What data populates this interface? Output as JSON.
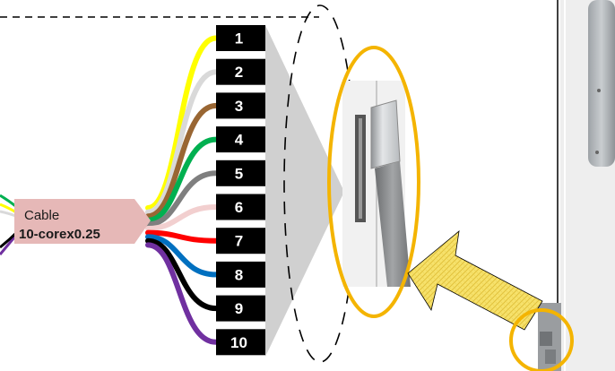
{
  "cable": {
    "label": "Cable",
    "spec": "10-corex0.25"
  },
  "pins": [
    {
      "number": "1",
      "wire_color": "#ffff00"
    },
    {
      "number": "2",
      "wire_color": "#d9d9d9"
    },
    {
      "number": "3",
      "wire_color": "#996633"
    },
    {
      "number": "4",
      "wire_color": "#00b050"
    },
    {
      "number": "5",
      "wire_color": "#7f7f7f"
    },
    {
      "number": "6",
      "wire_color": "#f2cfcf"
    },
    {
      "number": "7",
      "wire_color": "#ff0000"
    },
    {
      "number": "8",
      "wire_color": "#0070c0"
    },
    {
      "number": "9",
      "wire_color": "#000000"
    },
    {
      "number": "10",
      "wire_color": "#7030a0"
    }
  ],
  "colors": {
    "pin_box": "#000000",
    "cable_label_bg": "#e6b8b7",
    "highlight_circle": "#f4b400",
    "arrow_fill": "#f7e26b",
    "zoom_wedge": "#d0d0d0",
    "door_panel": "#eeeeee"
  }
}
